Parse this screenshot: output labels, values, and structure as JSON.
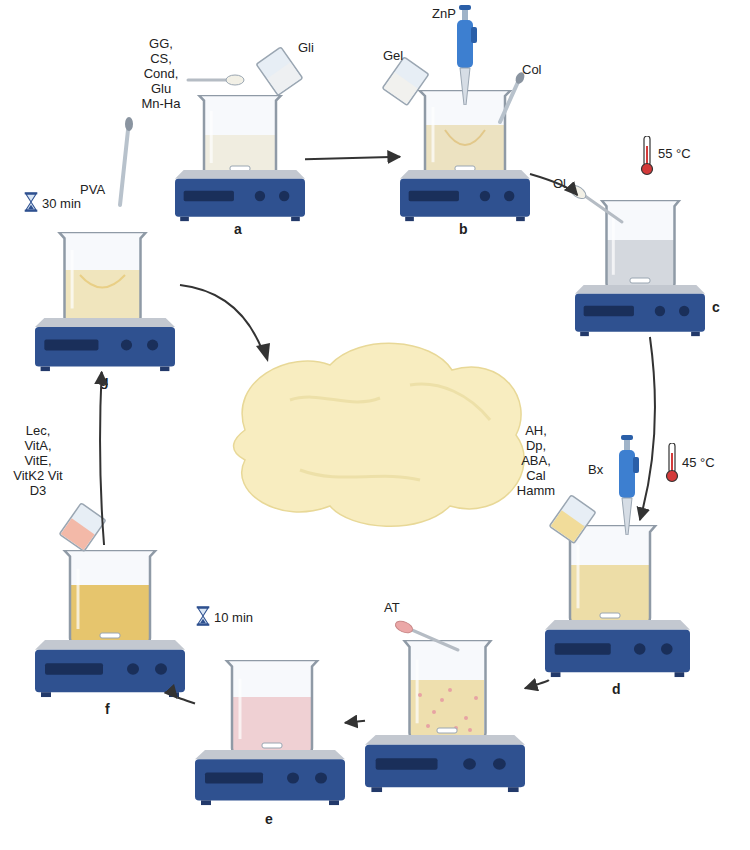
{
  "diagram": {
    "nodes": [
      {
        "text": [
          "GG, CS, Cond, Glu Mn-Ha",
          "Gli",
          "a"
        ]
      },
      {
        "text": [
          "Gel",
          "ZnP",
          "Col",
          "b"
        ]
      },
      {
        "text": [
          "55 °C",
          "Ol",
          "c"
        ]
      },
      {
        "text": [
          "AH, Dp, ABA, Cal Hamm",
          "Bx",
          "45 °C",
          "d"
        ]
      },
      {
        "text": [
          "AT"
        ]
      },
      {
        "text": [
          "10 min",
          "e"
        ]
      },
      {
        "text": [
          "Lec, VitA, VitE, VitK2 Vit D3",
          "f"
        ]
      },
      {
        "text": [
          "30 min",
          "PVA",
          "g"
        ]
      }
    ],
    "edges": [
      {
        "from": 0,
        "to": 1,
        "arrow": "to"
      },
      {
        "from": 1,
        "to": 2,
        "arrow": "to"
      },
      {
        "from": 2,
        "to": 3,
        "arrow": "to"
      },
      {
        "from": 3,
        "to": 4,
        "arrow": "to"
      },
      {
        "from": 4,
        "to": 5,
        "arrow": "to"
      },
      {
        "from": 5,
        "to": 6,
        "arrow": "to"
      },
      {
        "from": 6,
        "to": 7,
        "arrow": "to"
      }
    ]
  }
}
